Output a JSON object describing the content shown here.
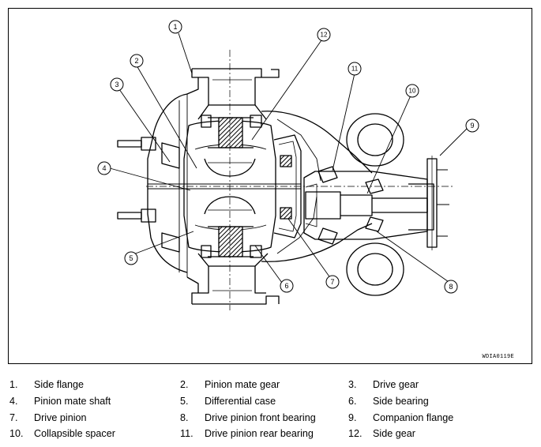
{
  "figure_code": "WDIA0119E",
  "callouts": [
    "1",
    "2",
    "3",
    "4",
    "5",
    "6",
    "7",
    "8",
    "9",
    "10",
    "11",
    "12"
  ],
  "legend": [
    {
      "num": "1.",
      "label": "Side flange"
    },
    {
      "num": "2.",
      "label": "Pinion mate gear"
    },
    {
      "num": "3.",
      "label": "Drive gear"
    },
    {
      "num": "4.",
      "label": "Pinion mate shaft"
    },
    {
      "num": "5.",
      "label": "Differential case"
    },
    {
      "num": "6.",
      "label": "Side bearing"
    },
    {
      "num": "7.",
      "label": "Drive pinion"
    },
    {
      "num": "8.",
      "label": "Drive pinion front bearing"
    },
    {
      "num": "9.",
      "label": "Companion flange"
    },
    {
      "num": "10.",
      "label": "Collapsible spacer"
    },
    {
      "num": "11.",
      "label": "Drive pinion rear bearing"
    },
    {
      "num": "12.",
      "label": "Side gear"
    }
  ]
}
